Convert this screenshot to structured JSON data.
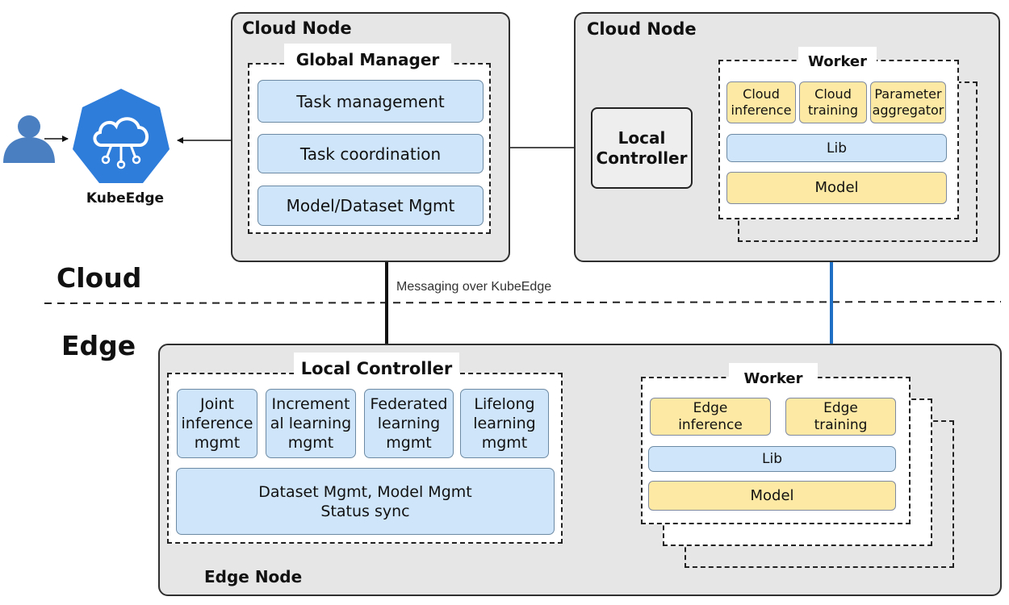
{
  "user": {
    "icon": "user-icon"
  },
  "kubeedge": {
    "label": "KubeEdge",
    "icon": "kubeedge-cloud-icon",
    "color": "#2f7ddb"
  },
  "cloud_node_1": {
    "title": "Cloud Node",
    "global_manager": {
      "title": "Global Manager",
      "items": [
        "Task management",
        "Task coordination",
        "Model/Dataset Mgmt"
      ]
    }
  },
  "cloud_node_2": {
    "title": "Cloud Node",
    "local_controller": "Local\nController",
    "worker": {
      "title": "Worker",
      "tasks": [
        "Cloud\ninference",
        "Cloud\ntraining",
        "Parameter\naggregator"
      ],
      "lib": "Lib",
      "model": "Model"
    }
  },
  "divider": {
    "cloud_label": "Cloud",
    "edge_label": "Edge",
    "messaging_label": "Messaging over KubeEdge"
  },
  "edge_node": {
    "title": "Edge Node",
    "local_controller": {
      "title": "Local Controller",
      "items": [
        "Joint\ninference\nmgmt",
        "Increment\nal learning\nmgmt",
        "Federated\nlearning\nmgmt",
        "Lifelong\nlearning\nmgmt"
      ],
      "bottom": "Dataset Mgmt, Model Mgmt\nStatus sync"
    },
    "worker": {
      "title": "Worker",
      "tasks": [
        "Edge\ninference",
        "Edge\ntraining"
      ],
      "lib": "Lib",
      "model": "Model"
    }
  },
  "colors": {
    "blue_fill": "#cfe5f9",
    "yellow_fill": "#fde9a3",
    "node_fill": "#e6e6e6",
    "link_blue": "#1f6fc5"
  }
}
